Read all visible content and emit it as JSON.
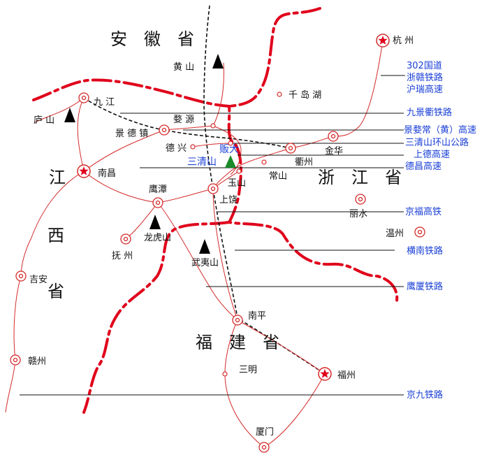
{
  "provinces": {
    "anhui": "安　徽　省",
    "zhejiang": "浙　江　省",
    "fujian": "福　建　省",
    "jiangxi_1": "江",
    "jiangxi_2": "西",
    "jiangxi_3": "省"
  },
  "capitals": {
    "hangzhou": "杭 州",
    "nanchang": "南昌",
    "fuzhou": "福州"
  },
  "cities": {
    "jiujiang": "九 江",
    "jingdezhen": "景 德 镇",
    "wuyuan": "婺 源",
    "dexing": "德 兴",
    "qiandaohu": "千 岛 湖",
    "jinhua": "金华",
    "quzhou": "衢州",
    "changshan": "常山",
    "yushan": "玉山",
    "shangrao": "上饶",
    "yingtan": "鹰潭",
    "lishui": "丽水",
    "wenzhou": "温州",
    "fuzhou_jx": "抚 州",
    "jian": "吉安",
    "ganzhou": "赣州",
    "nanping": "南平",
    "sanming": "三明",
    "xiamen": "厦门"
  },
  "mountains": {
    "huangshan": "黄 山",
    "lushan": "庐 山",
    "longhushan": "龙虎山",
    "wuyishan": "武夷山",
    "sanqingshan": "三清山",
    "bandao": "贩大"
  },
  "routes": [
    "302国道",
    "浙赣铁路",
    "沪瑞高速",
    "九景衢铁路",
    "景婺常（黄）高速",
    "三清山环山公路",
    "上德高速",
    "德昌高速",
    "京福高铁",
    "横南铁路",
    "鹰厦铁路",
    "京九铁路"
  ],
  "colors": {
    "border": "#e0001b",
    "road": "#d42a2a",
    "label": "#1a3fd6",
    "sanqing": "#1a8a2a"
  }
}
